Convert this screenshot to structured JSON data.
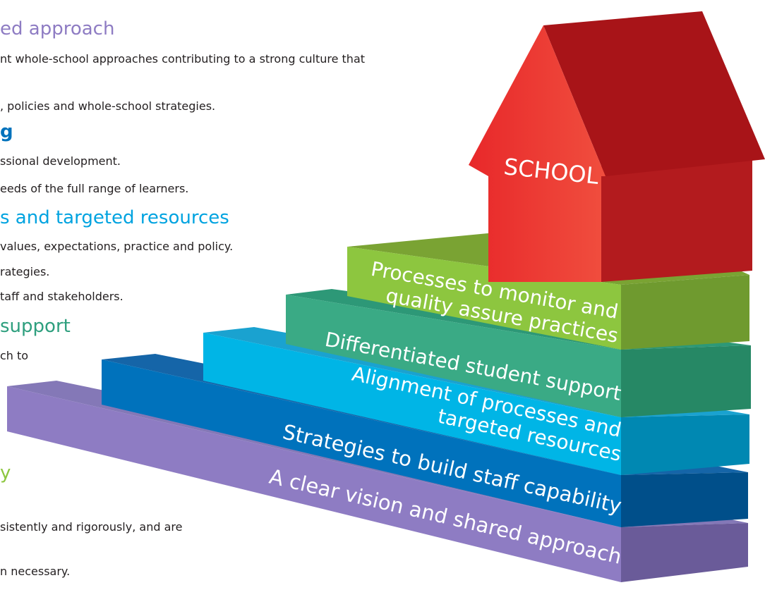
{
  "text_column": {
    "sections": [
      {
        "heading": "ed approach",
        "color": "#8e7cc3",
        "lines": [
          "nt whole-school approaches contributing to a strong culture that",
          ", policies and whole-school strategies."
        ]
      },
      {
        "heading": "g",
        "color": "#0072bc",
        "lines": [
          "ssional development.",
          "eeds of the full range of learners."
        ]
      },
      {
        "heading": "s and targeted resources",
        "color": "#00a3e0",
        "lines": [
          "values, expectations, practice and policy.",
          "rategies.",
          "taff and stakeholders."
        ]
      },
      {
        "heading": "support",
        "color": "#2e9f7e",
        "lines": [
          "ch to"
        ]
      },
      {
        "heading": "y",
        "color": "#8cc63f",
        "lines": [
          "sistently and rigorously, and are",
          "n necessary."
        ]
      }
    ]
  },
  "diagram": {
    "house_label": "SCHOOL",
    "steps": [
      {
        "lines": [
          "A clear vision and shared approach"
        ],
        "color": "#8e7cc3"
      },
      {
        "lines": [
          "Strategies to build staff capability"
        ],
        "color": "#0072bc"
      },
      {
        "lines": [
          "Alignment of processes and",
          "targeted resources"
        ],
        "color": "#00b5e6"
      },
      {
        "lines": [
          "Differentiated student support"
        ],
        "color": "#3aaa85"
      },
      {
        "lines": [
          "Processes to monitor and",
          "quality assure practices"
        ],
        "color": "#8dc63f"
      }
    ],
    "house_colors": {
      "front": "#ec3b35",
      "roof_side": "#a81418",
      "body_side": "#b31b1e"
    }
  }
}
